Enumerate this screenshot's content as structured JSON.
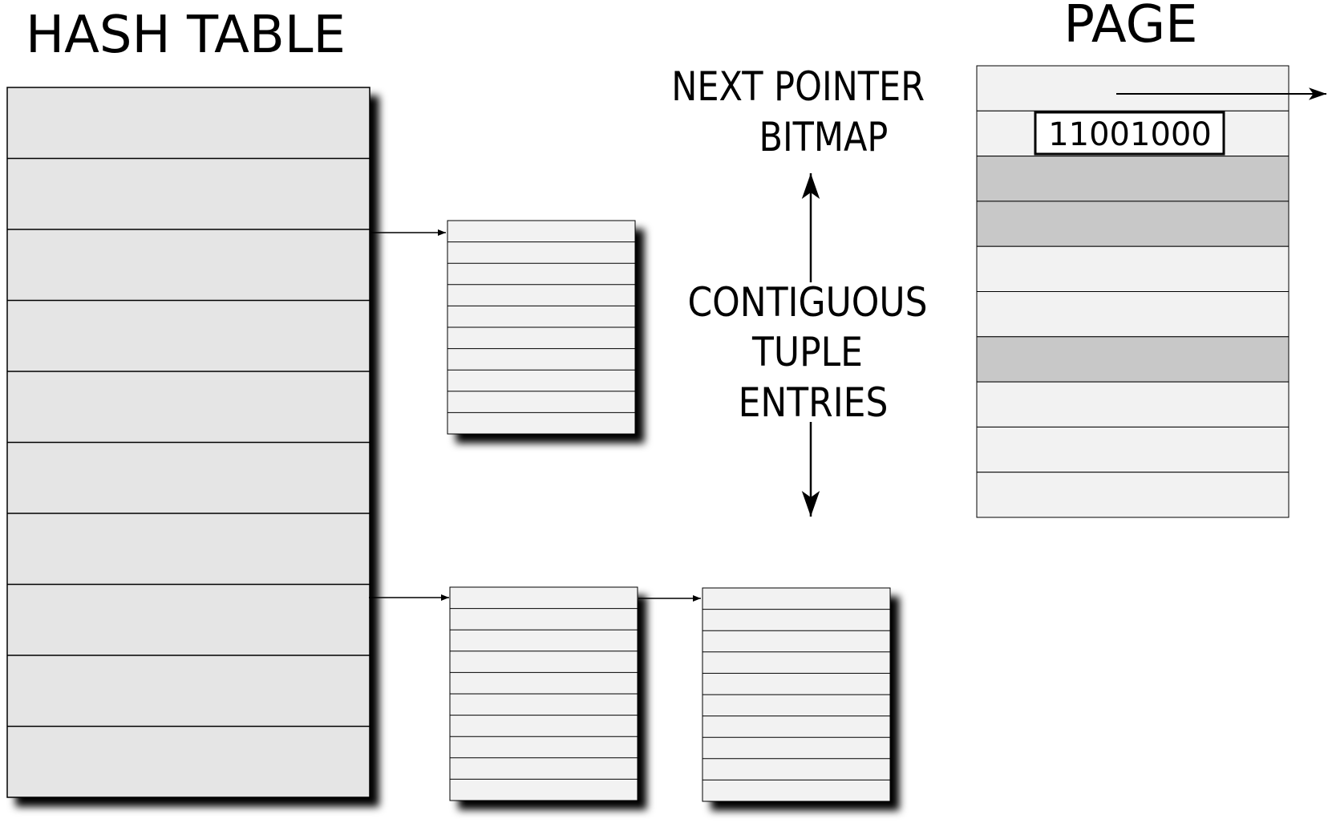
{
  "title_left": "HASH TABLE",
  "title_right": "PAGE",
  "label_next_pointer": [
    "NEXT POINTER",
    "BITMAP"
  ],
  "label_contiguous": [
    "CONTIGUOUS",
    "TUPLE",
    "ENTRIES"
  ],
  "bitmap_value": "11001000",
  "colors": {
    "hash_slot": "#e5e5e5",
    "page_row_light": "#f2f2f2",
    "page_row_dark": "#c8c8c8",
    "bucket_row": "#f2f2f2",
    "line": "#000000",
    "shadow": "#000000"
  },
  "hash_table": {
    "slots": 10
  },
  "buckets": [
    {
      "name": "bucket-upper",
      "rows": 10
    },
    {
      "name": "bucket-lower-1",
      "rows": 10
    },
    {
      "name": "bucket-lower-2",
      "rows": 10
    }
  ],
  "page": {
    "rows": [
      "next-pointer",
      "bitmap",
      "used",
      "used",
      "free",
      "free",
      "used",
      "free",
      "free",
      "free"
    ]
  }
}
